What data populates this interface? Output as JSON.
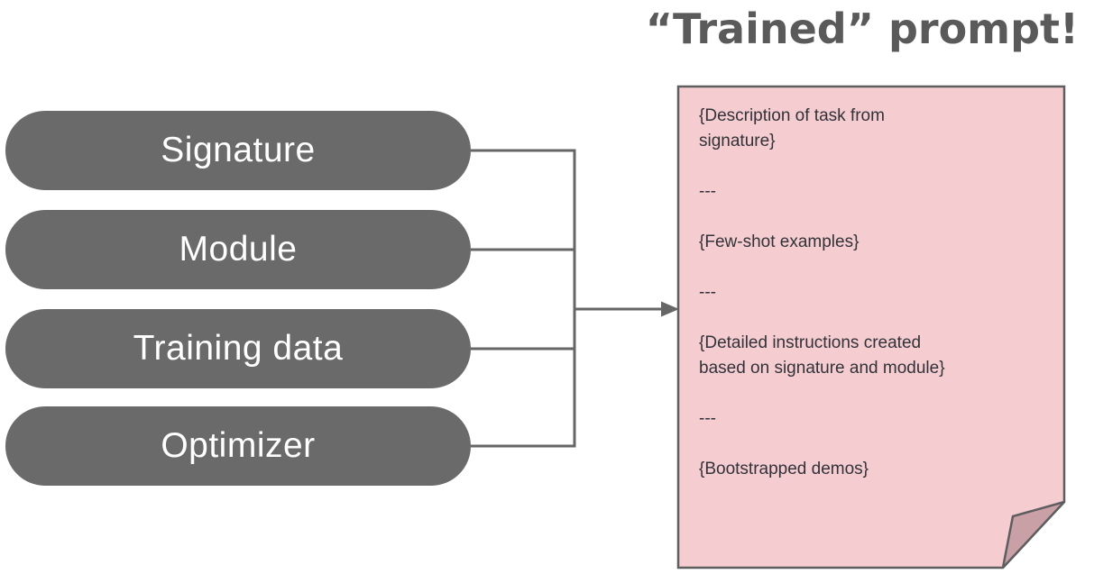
{
  "title": "“Trained” prompt!",
  "pills": [
    {
      "label": "Signature"
    },
    {
      "label": "Module"
    },
    {
      "label": "Training data"
    },
    {
      "label": "Optimizer"
    }
  ],
  "note": {
    "body": "{Description of task from\nsignature}\n\n---\n\n{Few-shot examples}\n\n---\n\n{Detailed instructions created\nbased on signature and module}\n\n---\n\n{Bootstrapped demos}"
  },
  "theme": {
    "background": "#ffffff",
    "title_color": "#5a5a5a",
    "pill_fill": "#6a6a6a",
    "pill_text": "#ffffff",
    "connector_color": "#666666",
    "note_fill": "#f5cdd0",
    "note_fold_fill": "#c9a0a6",
    "note_border": "#5e5e60",
    "note_text": "#32323a"
  }
}
